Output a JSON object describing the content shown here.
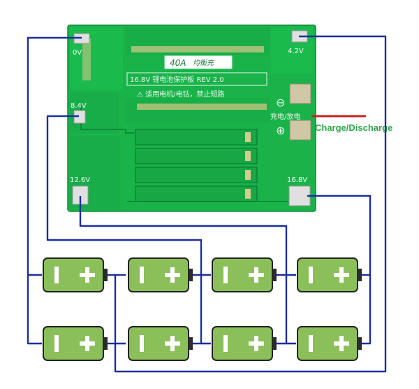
{
  "board": {
    "current_rating": "40A",
    "brand": "均衡充",
    "title": "16.8V 锂电池保护板 REV 2.0",
    "warning": "⚠ 适用电机/电钻，禁止短路",
    "charge_label": "充电/放电",
    "minus_symbol": "⊖",
    "plus_symbol": "⊕",
    "pads": {
      "zero": "0V",
      "v42": "4.2V",
      "v84": "8.4V",
      "v126": "12.6V",
      "v168": "16.8V"
    },
    "colors": {
      "pcb": "#19b34a",
      "pcb_dark": "#129a3d"
    }
  },
  "external": {
    "charge_discharge_label": "Charge/Discharge",
    "label_color": "#2ea84a",
    "lead_color": "#cc1f1f"
  },
  "wire_color": "#1a2fa0",
  "cells": {
    "count": 8,
    "columns": 4,
    "rows": 2,
    "minus_symbol": "I",
    "plus_symbol": "+",
    "body_color": "#8bbf59"
  }
}
